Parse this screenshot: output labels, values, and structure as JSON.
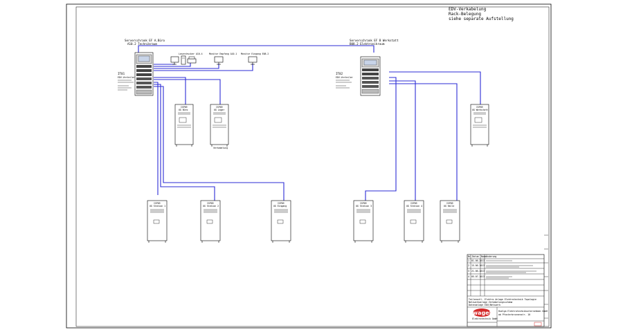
{
  "notes": {
    "line1": "EDV-Verkabelung",
    "line2": "Rack-Belegung",
    "line3": "siehe separate Aufstellung"
  },
  "racks": {
    "rack_a": {
      "title1": "Serverschrank EF A.Büro",
      "title2": "A10.2 Technikraum",
      "id": "IT01",
      "desc": "EDV-Verteiler"
    },
    "rack_b": {
      "title1": "Serverschrank EF B Werkstatt",
      "title2": "B08.2 Elektronikraum",
      "id": "IT02",
      "desc": "EDV-Verteiler"
    }
  },
  "devices": {
    "printer": "Laserdrucker A10.4",
    "monitor1": "Monitor Empfang A10.1",
    "monitor2": "Monitor Eingang E08.2"
  },
  "stations": {
    "top": [
      {
        "head": "ISP09",
        "name": "UG Büro"
      },
      {
        "head": "ISP09",
        "name": "UG Lager",
        "note": "Verkabelung"
      },
      {
        "head": "ISP09",
        "name": "UG Werkstatt"
      }
    ],
    "bottom": [
      {
        "head": "ISP09",
        "name": "UG Station 1"
      },
      {
        "head": "ISP09",
        "name": "UG Station 2"
      },
      {
        "head": "ISP09",
        "name": "UG Eingang"
      },
      {
        "head": "ISP09",
        "name": "UG Station 3"
      },
      {
        "head": "ISP09",
        "name": "UG Station 4"
      },
      {
        "head": "ISP09",
        "name": "UG Halle"
      }
    ]
  },
  "title_block": {
    "col_nr": "Nr.",
    "col_datum": "Datum",
    "col_name": "Name",
    "col_aenderung": "Änderung",
    "revisions": [
      {
        "nr": "1",
        "date": "01.06.2013"
      },
      {
        "nr": "2",
        "date": "15.06.2013"
      },
      {
        "nr": "3",
        "date": "21.06.2013"
      },
      {
        "nr": "4",
        "date": "05.07.2013"
      }
    ],
    "project1": "Teilanschl. Elektro Anlage Elektrotechnik Topologie",
    "project2": "Netzwerkanlage Verkabelungsschema",
    "project3": "Datenanlage EDV/Netzwerk",
    "company": "wagel",
    "company_sub": "Elektrotechnik GmbH",
    "addr": "Huelga Elektrotechnikunternehmen GmbH",
    "street": "ab Pfosterbrunnenstr. 10"
  }
}
